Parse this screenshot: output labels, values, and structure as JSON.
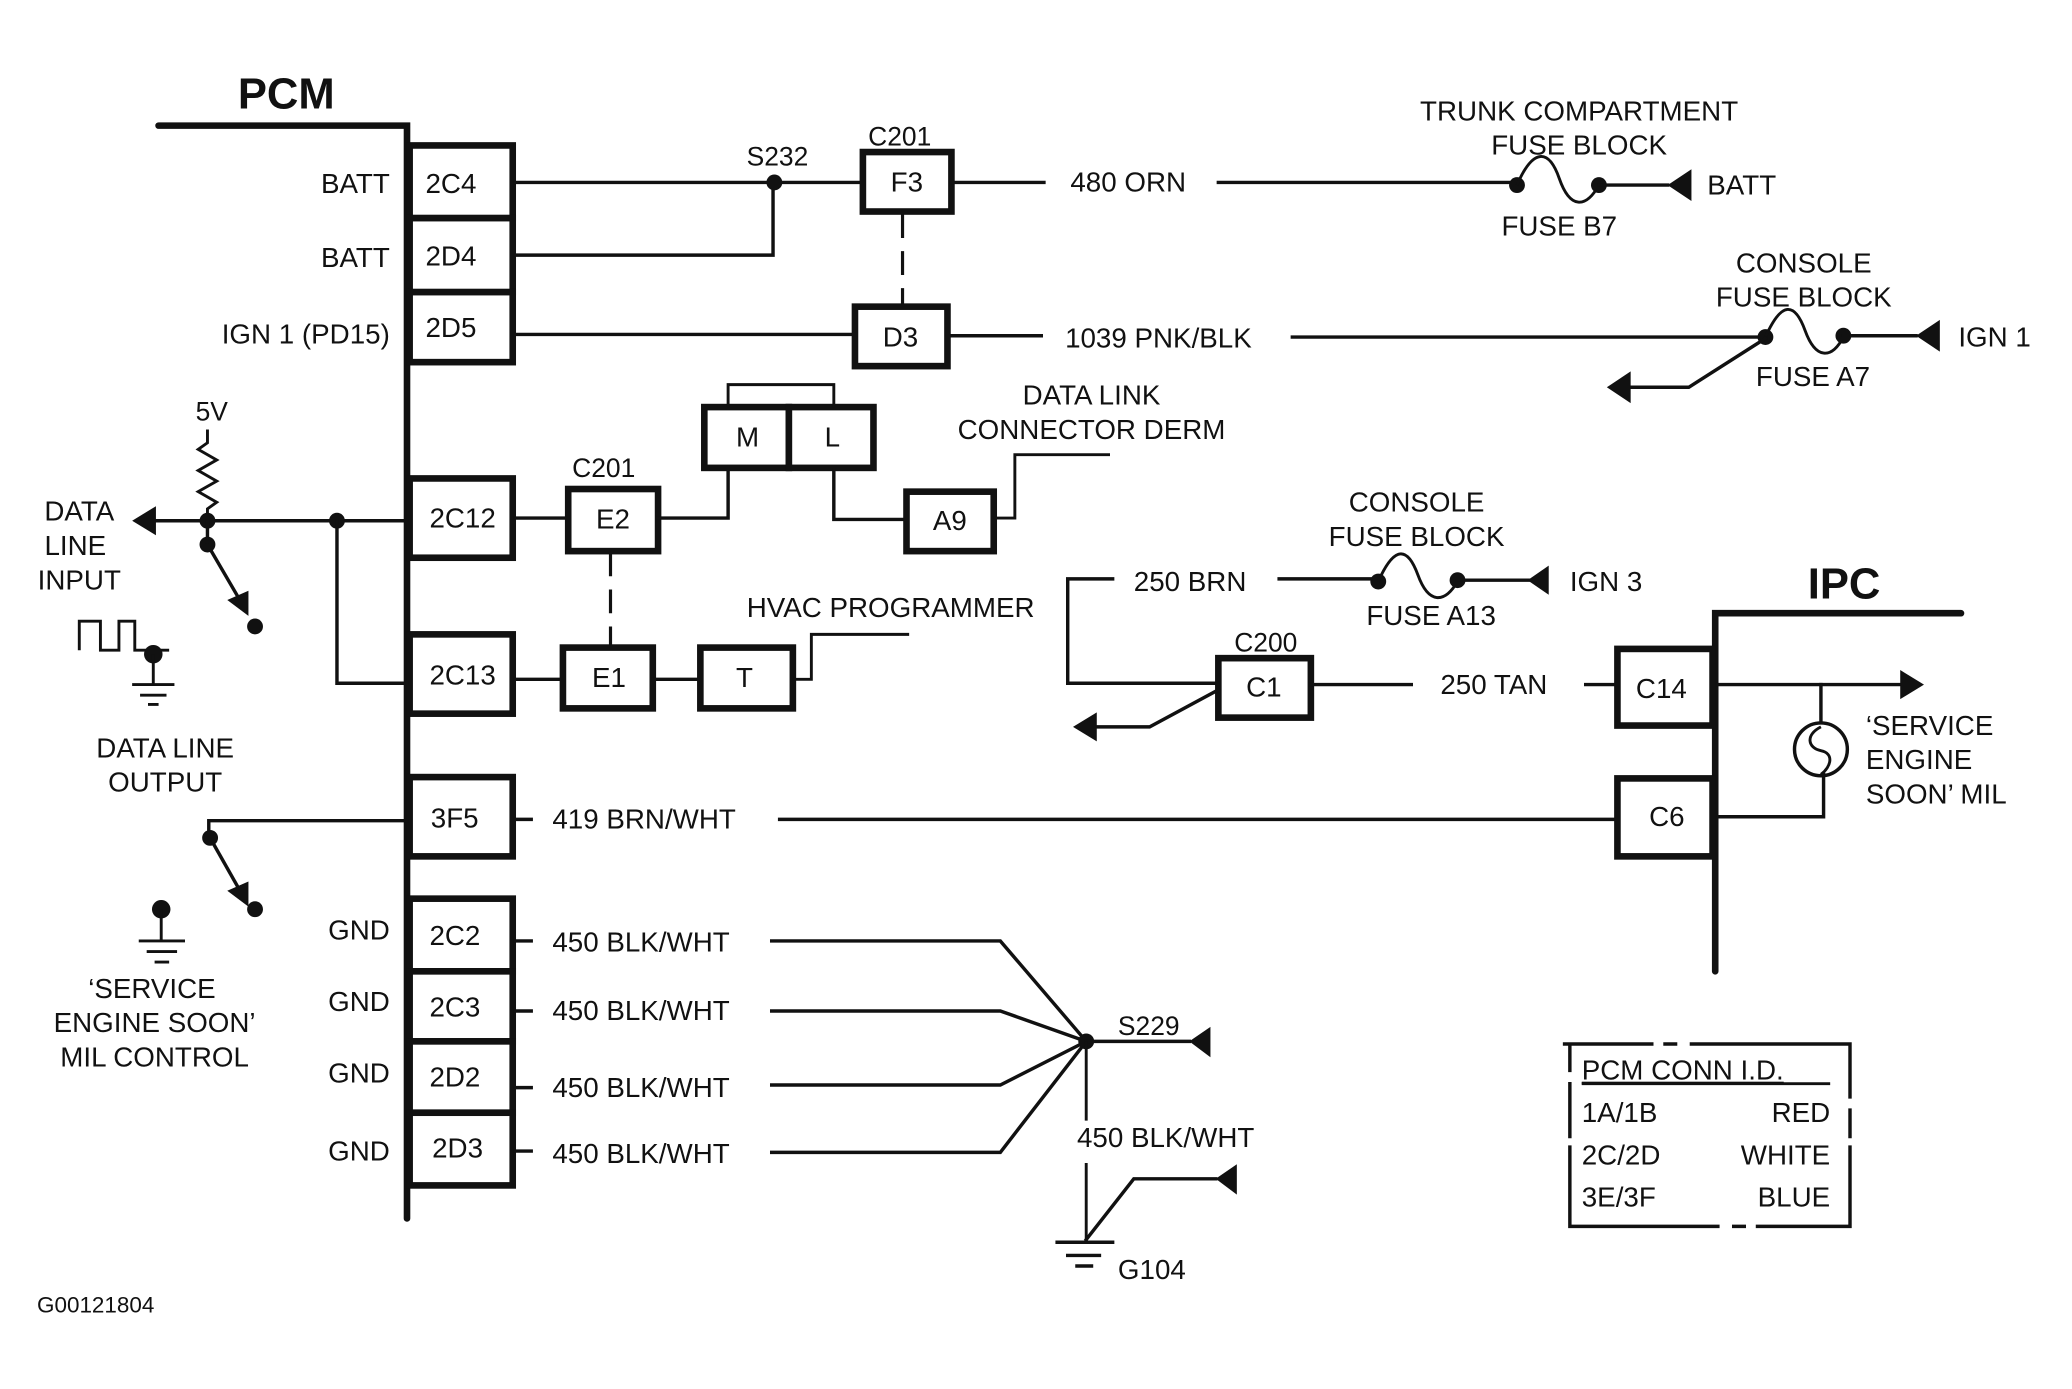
{
  "figure_id": "G00121804",
  "pcm": {
    "title": "PCM",
    "pins": [
      {
        "id": "2C4",
        "label": "BATT"
      },
      {
        "id": "2D4",
        "label": "BATT"
      },
      {
        "id": "2D5",
        "label": "IGN 1 (PD15)"
      },
      {
        "id": "2C12",
        "label": ""
      },
      {
        "id": "2C13",
        "label": ""
      },
      {
        "id": "3F5",
        "label": ""
      },
      {
        "id": "2C2",
        "label": "GND"
      },
      {
        "id": "2C3",
        "label": "GND"
      },
      {
        "id": "2D2",
        "label": "GND"
      },
      {
        "id": "2D3",
        "label": "GND"
      }
    ]
  },
  "ipc": {
    "title": "IPC",
    "pins": [
      {
        "id": "C14"
      },
      {
        "id": "C6"
      }
    ],
    "lamp_label": [
      "‘SERVICE",
      "ENGINE",
      "SOON’ MIL"
    ]
  },
  "splices": {
    "s232": "S232",
    "s229": "S229"
  },
  "connectors": {
    "c201_top": "C201",
    "c201_mid": "C201",
    "c200": "C200",
    "f3": "F3",
    "d3": "D3",
    "e2": "E2",
    "e1": "E1",
    "m": "M",
    "l": "L",
    "a9": "A9",
    "t": "T",
    "c1": "C1"
  },
  "wires": {
    "w480": "480 ORN",
    "w1039": "1039 PNK/BLK",
    "w250brn": "250 BRN",
    "w250tan": "250 TAN",
    "w419": "419 BRN/WHT",
    "w450": [
      "450 BLK/WHT",
      "450 BLK/WHT",
      "450 BLK/WHT",
      "450 BLK/WHT"
    ],
    "w450_ground": "450 BLK/WHT"
  },
  "fuse_blocks": {
    "trunk": {
      "title": [
        "TRUNK COMPARTMENT",
        "FUSE BLOCK"
      ],
      "fuse": "FUSE B7",
      "source": "BATT"
    },
    "console_a7": {
      "title": [
        "CONSOLE",
        "FUSE BLOCK"
      ],
      "fuse": "FUSE A7",
      "source": "IGN 1"
    },
    "console_a13": {
      "title": [
        "CONSOLE",
        "FUSE BLOCK"
      ],
      "fuse": "FUSE A13",
      "source": "IGN 3"
    }
  },
  "components": {
    "dlc": [
      "DATA LINK",
      "CONNECTOR DERM"
    ],
    "hvac": "HVAC PROGRAMMER",
    "v5": "5V",
    "data_line_input": [
      "DATA",
      "LINE",
      "INPUT"
    ],
    "data_line_output": [
      "DATA LINE",
      "OUTPUT"
    ],
    "mil_control": [
      "‘SERVICE",
      "ENGINE SOON’",
      "MIL CONTROL"
    ],
    "ground": "G104"
  },
  "conn_table": {
    "title": "PCM CONN I.D.",
    "rows": [
      {
        "conn": "1A/1B",
        "color": "RED"
      },
      {
        "conn": "2C/2D",
        "color": "WHITE"
      },
      {
        "conn": "3E/3F",
        "color": "BLUE"
      }
    ]
  }
}
